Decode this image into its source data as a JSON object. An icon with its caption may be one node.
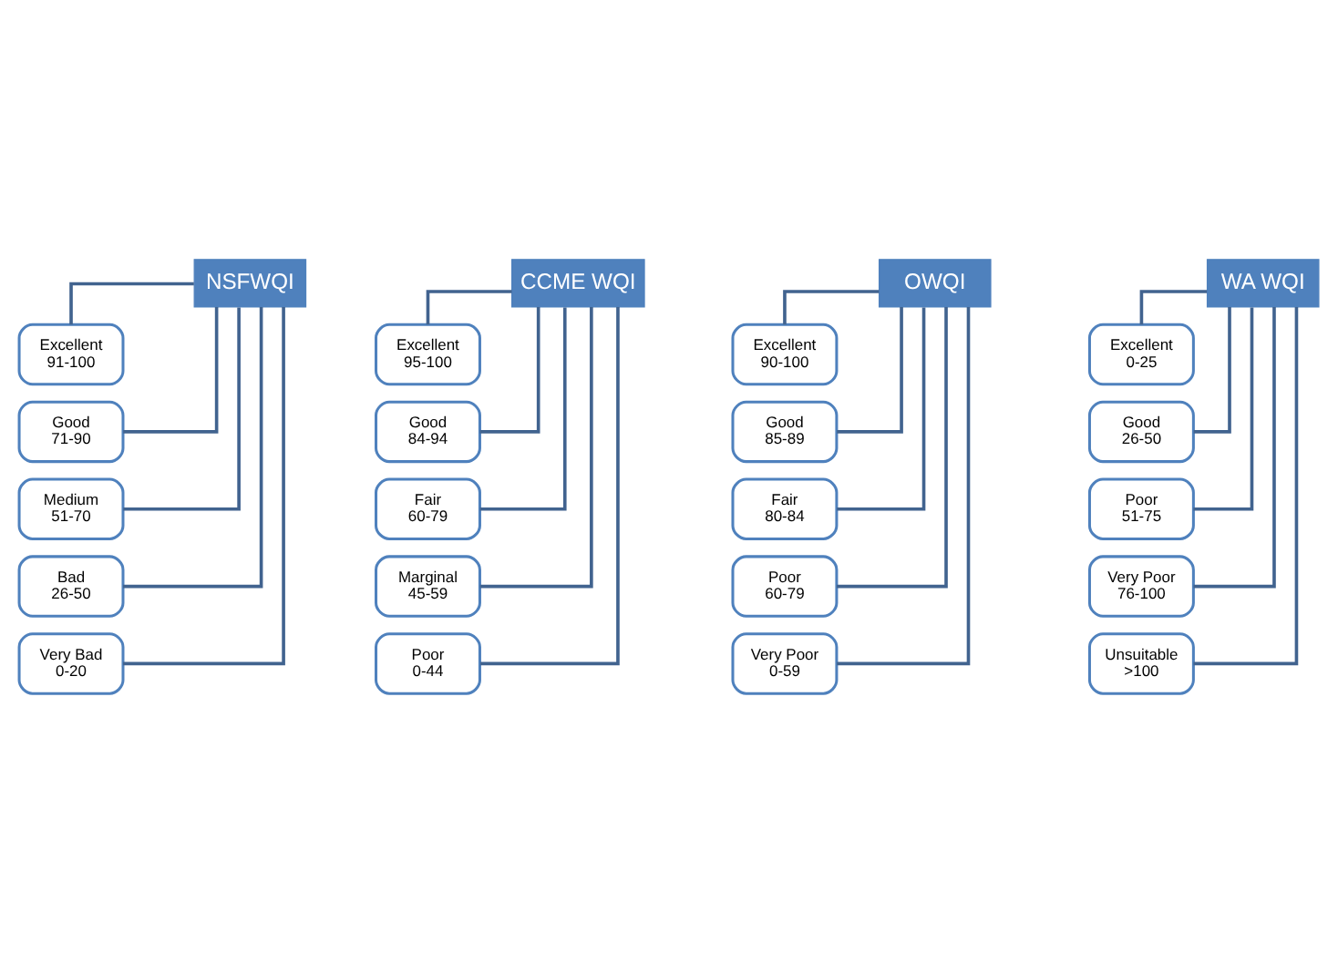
{
  "diagram": {
    "nodes": [
      {
        "text": [
          "NSFWQI"
        ]
      },
      {
        "text": [
          "Excellent",
          "91-100"
        ]
      },
      {
        "text": [
          "Good",
          "71-90"
        ]
      },
      {
        "text": [
          "Medium",
          "51-70"
        ]
      },
      {
        "text": [
          "Bad",
          "26-50"
        ]
      },
      {
        "text": [
          "Very Bad",
          "0-20"
        ]
      },
      {
        "text": [
          "CCME WQI"
        ]
      },
      {
        "text": [
          "Excellent",
          "95-100"
        ]
      },
      {
        "text": [
          "Good",
          "84-94"
        ]
      },
      {
        "text": [
          "Fair",
          "60-79"
        ]
      },
      {
        "text": [
          "Marginal",
          "45-59"
        ]
      },
      {
        "text": [
          "Poor",
          "0-44"
        ]
      },
      {
        "text": [
          "OWQI"
        ]
      },
      {
        "text": [
          "Excellent",
          "90-100"
        ]
      },
      {
        "text": [
          "Good",
          "85-89"
        ]
      },
      {
        "text": [
          "Fair",
          "80-84"
        ]
      },
      {
        "text": [
          "Poor",
          "60-79"
        ]
      },
      {
        "text": [
          "Very Poor",
          "0-59"
        ]
      },
      {
        "text": [
          "WA WQI"
        ]
      },
      {
        "text": [
          "Excellent",
          "0-25"
        ]
      },
      {
        "text": [
          "Good",
          "26-50"
        ]
      },
      {
        "text": [
          "Poor",
          "51-75"
        ]
      },
      {
        "text": [
          "Very Poor",
          "76-100"
        ]
      },
      {
        "text": [
          "Unsuitable",
          ">100"
        ]
      }
    ],
    "edges": [
      {
        "from": 0,
        "to": 1,
        "arrow": "none"
      },
      {
        "from": 0,
        "to": 2,
        "arrow": "none"
      },
      {
        "from": 0,
        "to": 3,
        "arrow": "none"
      },
      {
        "from": 0,
        "to": 4,
        "arrow": "none"
      },
      {
        "from": 0,
        "to": 5,
        "arrow": "none"
      },
      {
        "from": 6,
        "to": 7,
        "arrow": "none"
      },
      {
        "from": 6,
        "to": 8,
        "arrow": "none"
      },
      {
        "from": 6,
        "to": 9,
        "arrow": "none"
      },
      {
        "from": 6,
        "to": 10,
        "arrow": "none"
      },
      {
        "from": 6,
        "to": 11,
        "arrow": "none"
      },
      {
        "from": 12,
        "to": 13,
        "arrow": "none"
      },
      {
        "from": 12,
        "to": 14,
        "arrow": "none"
      },
      {
        "from": 12,
        "to": 15,
        "arrow": "none"
      },
      {
        "from": 12,
        "to": 16,
        "arrow": "none"
      },
      {
        "from": 12,
        "to": 17,
        "arrow": "none"
      },
      {
        "from": 18,
        "to": 19,
        "arrow": "none"
      },
      {
        "from": 18,
        "to": 20,
        "arrow": "none"
      },
      {
        "from": 18,
        "to": 21,
        "arrow": "none"
      },
      {
        "from": 18,
        "to": 22,
        "arrow": "none"
      },
      {
        "from": 18,
        "to": 23,
        "arrow": "none"
      }
    ]
  }
}
